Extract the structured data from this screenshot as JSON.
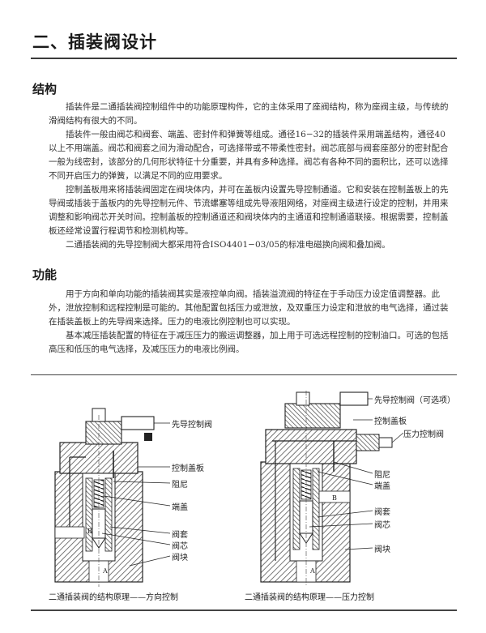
{
  "page": {
    "title": "二、插装阀设计"
  },
  "sections": [
    {
      "heading": "结构",
      "paragraphs": [
        "插装件是二通插装阀控制组件中的功能原理构件，它的主体采用了座阀结构，称为座阀主级，与传统的滑阀结构有很大的不同。",
        "插装件一般由阀芯和阀套、端盖、密封件和弹簧等组成。通径16−32的插装件采用端盖结构，通径40以上不用端盖。阀芯和阀套之间为滑动配合，可选择带或不带柔性密封。阀芯底部与阀套座部分的密封配合一般为线密封，该部分的几何形状特征十分重要，并具有多种选择。阀芯有各种不同的面积比，还可以选择不同开启压力的弹簧，以满足不同的应用要求。",
        "控制盖板用来将插装阀固定在阀块体内，并可在盖板内设置先导控制通道。它和安装在控制盖板上的先导阀或插装于盖板内的先导控制元件、节流螺塞等组成先导液阻网络，对座阀主级进行设定的控制，并用来调整和影响阀芯开关时间。控制盖板的控制通道还和阀块体内的主通道和控制通道联接。根据需要，控制盖板还经常设置行程调节和检测机构等。",
        "二通插装阀的先导控制阀大都采用符合ISO4401−03/05的标准电磁换向阀和叠加阀。"
      ]
    },
    {
      "heading": "功能",
      "paragraphs": [
        "用于方向和单向功能的插装阀其实是液控单向阀。插装溢流阀的特征在于手动压力设定值调整器。此外，泄放控制和远程控制是可能的。其他配置包括压力或泄放，及双重压力设定和泄放的电气选择，通过装在插装盖板上的先导阀来选择。压力的电液比例控制也可以实现。",
        "基本减压插装配置的特征在于减压压力的搬运调整器，加上用于可选远程控制的控制油口。可选的包括高压和低压的电气选择，及减压压力的电液比例阀。"
      ]
    }
  ],
  "figure": {
    "left": {
      "callouts": [
        "先导控制阀",
        "控制盖板",
        "阻尼",
        "端盖",
        "阀套",
        "阀芯",
        "阀块"
      ],
      "port_labels": [
        "B",
        "A"
      ],
      "caption": "二通插装阀的结构原理——方向控制"
    },
    "right": {
      "callouts": [
        "先导控制阀（可选项）",
        "控制盖板",
        "压力控制阀",
        "阻尼",
        "端盖",
        "阀套",
        "阀芯",
        "阀块"
      ],
      "port_labels": [
        "B",
        "A"
      ],
      "caption": "二通插装阀的结构原理——压力控制"
    }
  },
  "colors": {
    "text": "#222222",
    "rule": "#3b3b3b",
    "hatch": "#555555"
  }
}
